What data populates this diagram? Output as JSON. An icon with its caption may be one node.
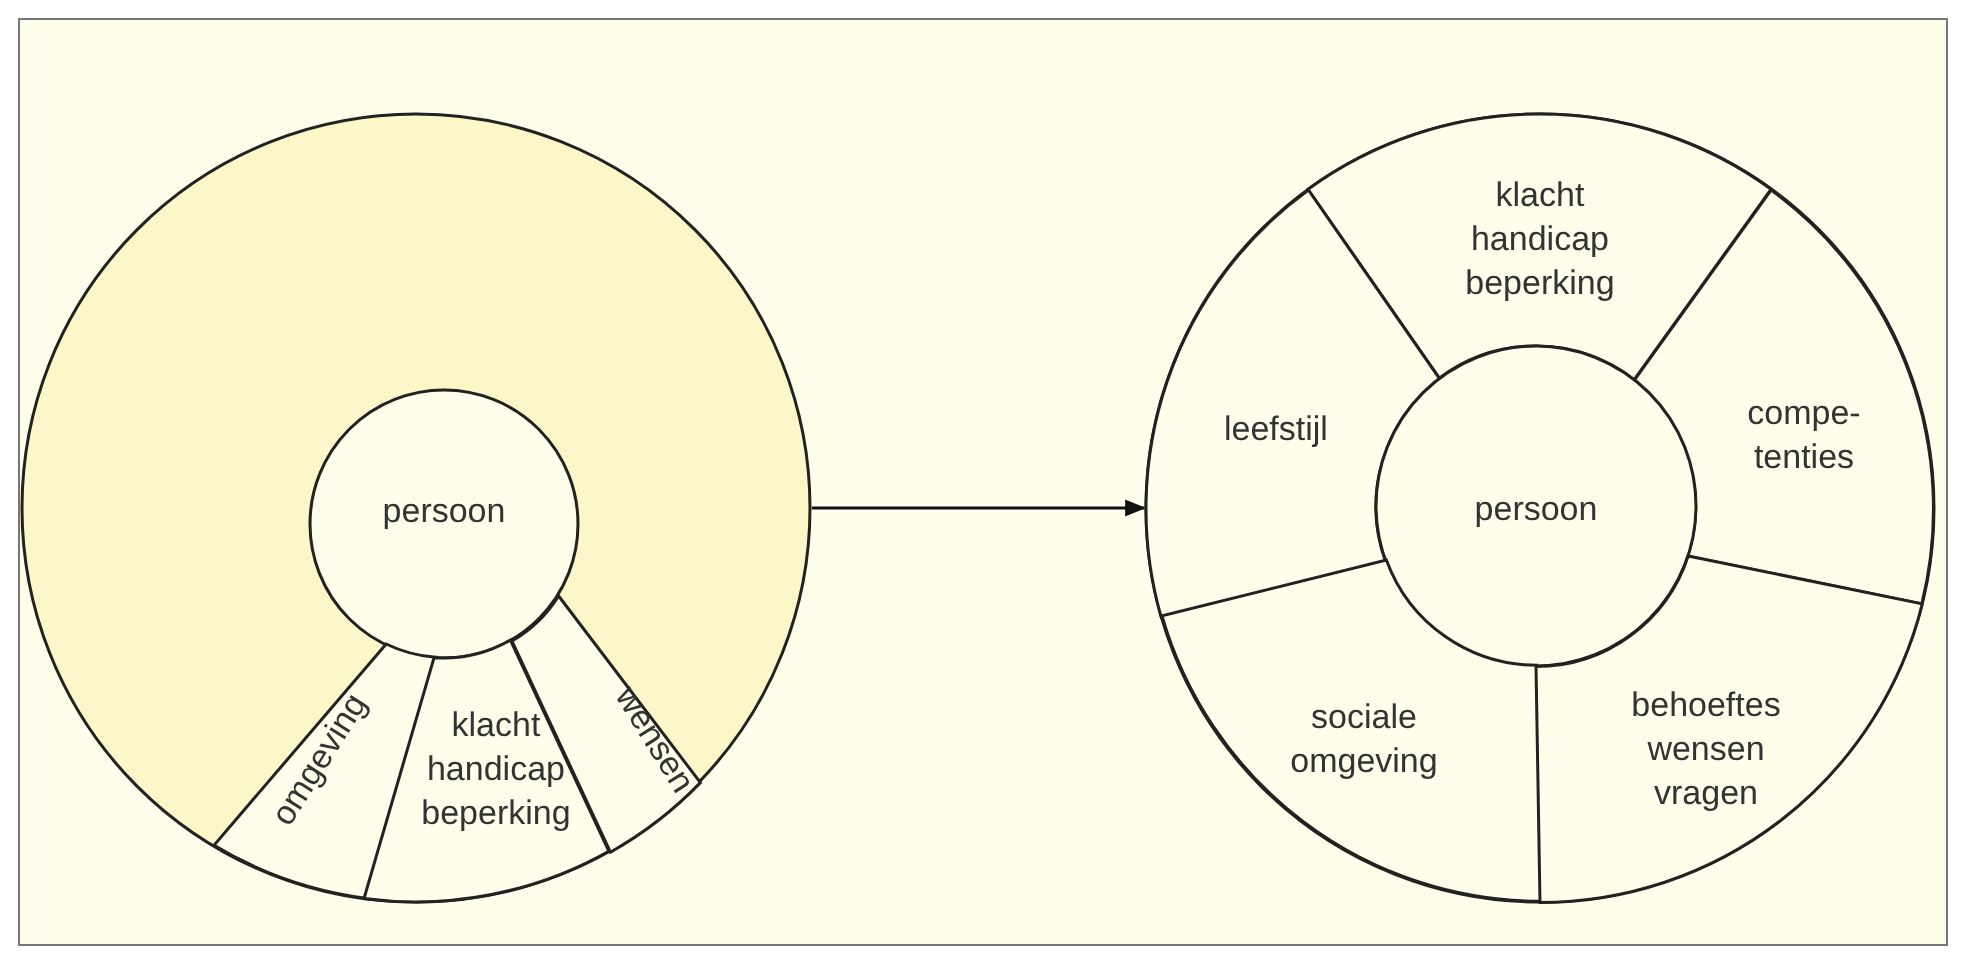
{
  "diagram": {
    "nodes": [
      {
        "text": [],
        "shape": "circle"
      },
      {
        "text": [
          "persoon"
        ],
        "in": 0
      },
      {
        "text": [
          "omgeving"
        ],
        "in": 0
      },
      {
        "text": [
          "klacht handicap beperking"
        ],
        "in": 0
      },
      {
        "text": [
          "wensen"
        ],
        "in": 0
      },
      {
        "text": [],
        "shape": "circle"
      },
      {
        "text": [
          "klacht handicap beperking"
        ],
        "in": 5
      },
      {
        "text": [
          "leefstijl"
        ],
        "in": 5
      },
      {
        "text": [
          "compe- tenties"
        ],
        "in": 5
      },
      {
        "text": [
          "persoon"
        ],
        "in": 5
      },
      {
        "text": [
          "sociale omgeving"
        ],
        "in": 5
      },
      {
        "text": [
          "behoeftes wensen vragen"
        ],
        "in": 5
      }
    ],
    "edges": [
      {
        "from": 0,
        "to": 5,
        "arrow": "to"
      }
    ]
  }
}
